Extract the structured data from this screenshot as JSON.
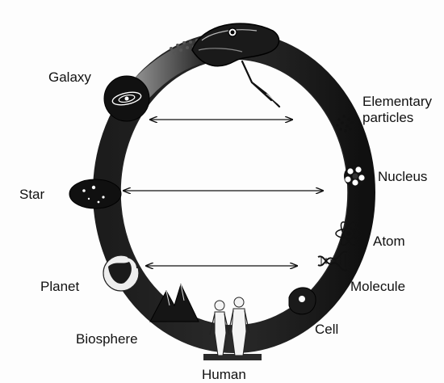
{
  "colors": {
    "ring_dark": "#141414",
    "ring_mid": "#3a3a3a",
    "ring_light": "#8a8a8a",
    "arrow": "#111111",
    "background": "#fdfdfd"
  },
  "icons": [
    "snake-head-icon",
    "galaxy-icon",
    "star-icon",
    "planet-icon",
    "mountains-icon",
    "humans-icon",
    "cell-icon",
    "molecule-icon",
    "atom-icon",
    "nucleus-icon",
    "elementary-particles-icon"
  ],
  "labels": {
    "galaxy": "Galaxy",
    "star": "Star",
    "planet": "Planet",
    "biosphere": "Biosphere",
    "human": "Human",
    "cell": "Cell",
    "molecule": "Molecule",
    "atom": "Atom",
    "nucleus": "Nucleus",
    "elementary_line1": "Elementary",
    "elementary_line2": "particles"
  },
  "arrows": [
    {
      "name": "galaxy-to-elementary-arrow",
      "from": "Galaxy",
      "to": "Elementary particles"
    },
    {
      "name": "star-to-nucleus-arrow",
      "from": "Star",
      "to": "Nucleus"
    },
    {
      "name": "planet-to-molecule-arrow",
      "from": "Planet",
      "to": "Molecule"
    }
  ]
}
